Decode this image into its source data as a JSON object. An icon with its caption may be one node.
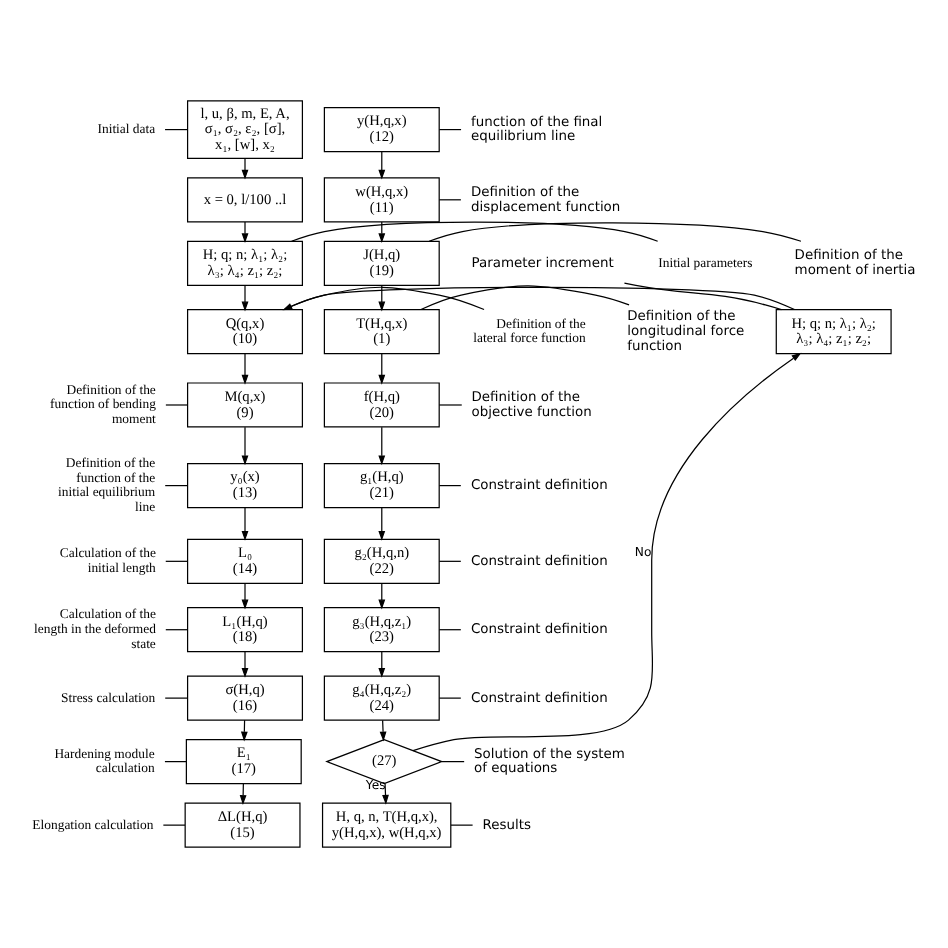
{
  "diagram": {
    "nodes": [
      {
        "text": [
          "Initial data"
        ]
      },
      {
        "text": [
          "l, u, β, m, E, A, σ₁, σ₂, ε₂, [σ], x₁, [w], x₂"
        ]
      },
      {
        "text": [
          "x = 0, l/100 ..l"
        ]
      },
      {
        "text": [
          "Initial parameters"
        ]
      },
      {
        "text": [
          "H; q; n; λ₁; λ₂; λ₃; λ₄; z₁; z₂;"
        ]
      },
      {
        "text": [
          "Definition of the lateral force function"
        ]
      },
      {
        "text": [
          "Q(q,x)",
          "(10)"
        ]
      },
      {
        "text": [
          "Parameter increment"
        ]
      },
      {
        "text": [
          "H; q; n; λ₁; λ₂; λ₃; λ₄; z₁; z₂;"
        ]
      },
      {
        "text": [
          "Definition of the function of bending moment"
        ]
      },
      {
        "text": [
          "M(q,x)",
          "(9)"
        ]
      },
      {
        "text": [
          "Definition of the function of the initial equilibrium line"
        ]
      },
      {
        "text": [
          "y₀(x)",
          "(13)"
        ]
      },
      {
        "text": [
          "Calculation of the initial length"
        ]
      },
      {
        "text": [
          "L₀",
          "(14)"
        ]
      },
      {
        "text": [
          "Calculation of the length in the deformed state"
        ]
      },
      {
        "text": [
          "L₁(H,q)",
          "(18)"
        ]
      },
      {
        "text": [
          "Stress calculation"
        ]
      },
      {
        "text": [
          "σ(H,q)",
          "(16)"
        ]
      },
      {
        "text": [
          "Hardening module calculation"
        ]
      },
      {
        "text": [
          "E₁",
          "(17)"
        ]
      },
      {
        "text": [
          "Elongation calculation"
        ]
      },
      {
        "text": [
          "ΔL(H,q)",
          "(15)"
        ]
      },
      {
        "text": [
          "function of the final equilibrium line"
        ]
      },
      {
        "text": [
          "y(H,q,x)",
          "(12)"
        ]
      },
      {
        "text": [
          "Definition of the displacement function"
        ]
      },
      {
        "text": [
          "w(H,q,x)",
          "(11)"
        ]
      },
      {
        "text": [
          "Definition of the moment of inertia"
        ]
      },
      {
        "text": [
          "J(H,q)",
          "(19)"
        ]
      },
      {
        "text": [
          "Definition of the longitudinal force function"
        ]
      },
      {
        "text": [
          "T(H,q,x)",
          "(1)"
        ]
      },
      {
        "text": [
          "Definition of the objective function"
        ]
      },
      {
        "text": [
          "f(H,q)",
          "(20)"
        ]
      },
      {
        "text": [
          "Constraint definition"
        ]
      },
      {
        "text": [
          "g₁(H,q)",
          "(21)"
        ]
      },
      {
        "text": [
          "Constraint definition"
        ]
      },
      {
        "text": [
          "g₂(H,q,n)",
          "(22)"
        ]
      },
      {
        "text": [
          "Constraint definition"
        ]
      },
      {
        "text": [
          "g₃(H,q,z₁)",
          "(23)"
        ]
      },
      {
        "text": [
          "Constraint definition"
        ]
      },
      {
        "text": [
          "g₄(H,q,z₂)",
          "(24)"
        ]
      },
      {
        "text": [
          "Solution of the system of equations"
        ]
      },
      {
        "text": [
          "(27)"
        ]
      },
      {
        "text": [
          "Results"
        ]
      },
      {
        "text": [
          "H, q, n, T(H,q,x), y(H,q,x), w(H,q,x)"
        ]
      }
    ],
    "edges": [
      {
        "from": 0,
        "to": 1,
        "arrow": "none"
      },
      {
        "from": 1,
        "to": 2,
        "arrow": "to"
      },
      {
        "from": 2,
        "to": 4,
        "arrow": "to"
      },
      {
        "from": 3,
        "to": 4,
        "arrow": "none"
      },
      {
        "from": 4,
        "to": 6,
        "arrow": "to"
      },
      {
        "from": 5,
        "to": 6,
        "arrow": "none"
      },
      {
        "from": 7,
        "to": 8,
        "arrow": "none"
      },
      {
        "from": 8,
        "to": 6,
        "arrow": "to"
      },
      {
        "from": 6,
        "to": 10,
        "arrow": "to"
      },
      {
        "from": 9,
        "to": 10,
        "arrow": "none"
      },
      {
        "from": 10,
        "to": 12,
        "arrow": "to"
      },
      {
        "from": 11,
        "to": 12,
        "arrow": "none"
      },
      {
        "from": 12,
        "to": 14,
        "arrow": "to"
      },
      {
        "from": 13,
        "to": 14,
        "arrow": "none"
      },
      {
        "from": 14,
        "to": 16,
        "arrow": "to"
      },
      {
        "from": 15,
        "to": 16,
        "arrow": "none"
      },
      {
        "from": 16,
        "to": 18,
        "arrow": "to"
      },
      {
        "from": 17,
        "to": 18,
        "arrow": "none"
      },
      {
        "from": 18,
        "to": 20,
        "arrow": "to"
      },
      {
        "from": 19,
        "to": 20,
        "arrow": "none"
      },
      {
        "from": 20,
        "to": 22,
        "arrow": "to"
      },
      {
        "from": 21,
        "to": 22,
        "arrow": "none"
      },
      {
        "from": 23,
        "to": 24,
        "arrow": "none"
      },
      {
        "from": 24,
        "to": 26,
        "arrow": "to"
      },
      {
        "from": 25,
        "to": 26,
        "arrow": "none"
      },
      {
        "from": 26,
        "to": 28,
        "arrow": "to"
      },
      {
        "from": 27,
        "to": 28,
        "arrow": "none"
      },
      {
        "from": 28,
        "to": 30,
        "arrow": "to"
      },
      {
        "from": 29,
        "to": 30,
        "arrow": "none"
      },
      {
        "from": 30,
        "to": 32,
        "arrow": "to"
      },
      {
        "from": 31,
        "to": 32,
        "arrow": "none"
      },
      {
        "from": 32,
        "to": 34,
        "arrow": "to"
      },
      {
        "from": 33,
        "to": 34,
        "arrow": "none"
      },
      {
        "from": 34,
        "to": 36,
        "arrow": "to"
      },
      {
        "from": 35,
        "to": 36,
        "arrow": "none"
      },
      {
        "from": 36,
        "to": 38,
        "arrow": "to"
      },
      {
        "from": 37,
        "to": 38,
        "arrow": "none"
      },
      {
        "from": 38,
        "to": 40,
        "arrow": "to"
      },
      {
        "from": 39,
        "to": 40,
        "arrow": "none"
      },
      {
        "from": 40,
        "to": 42,
        "arrow": "to"
      },
      {
        "from": 41,
        "to": 42,
        "arrow": "none"
      },
      {
        "from": 42,
        "to": 8,
        "arrow": "to",
        "label": "No"
      },
      {
        "from": 42,
        "to": 44,
        "arrow": "to",
        "label": "Yes"
      },
      {
        "from": 43,
        "to": 44,
        "arrow": "none"
      }
    ]
  }
}
